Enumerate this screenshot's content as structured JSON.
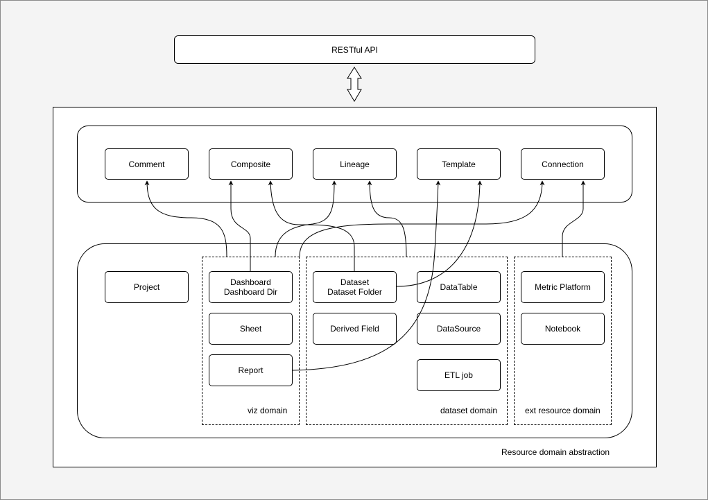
{
  "api": {
    "label": "RESTful API"
  },
  "frame": {
    "label": "Resource domain abstraction"
  },
  "capabilities": [
    {
      "id": "comment",
      "label": "Comment"
    },
    {
      "id": "composite",
      "label": "Composite"
    },
    {
      "id": "lineage",
      "label": "Lineage"
    },
    {
      "id": "template",
      "label": "Template"
    },
    {
      "id": "connection",
      "label": "Connection"
    }
  ],
  "project": {
    "label": "Project"
  },
  "viz_domain": {
    "label": "viz domain",
    "items": [
      {
        "id": "dashboard",
        "lines": [
          "Dashboard",
          "Dashboard Dir"
        ]
      },
      {
        "id": "sheet",
        "lines": [
          "Sheet"
        ]
      },
      {
        "id": "report",
        "lines": [
          "Report"
        ]
      }
    ]
  },
  "dataset_domain": {
    "label": "dataset domain",
    "items": [
      {
        "id": "dataset",
        "lines": [
          "Dataset",
          "Dataset Folder"
        ]
      },
      {
        "id": "derived_field",
        "lines": [
          "Derived Field"
        ]
      },
      {
        "id": "datatable",
        "lines": [
          "DataTable"
        ]
      },
      {
        "id": "datasource",
        "lines": [
          "DataSource"
        ]
      },
      {
        "id": "etl_job",
        "lines": [
          "ETL job"
        ]
      }
    ]
  },
  "ext_domain": {
    "label": "ext resource domain",
    "items": [
      {
        "id": "metric_platform",
        "lines": [
          "Metric Platform"
        ]
      },
      {
        "id": "notebook",
        "lines": [
          "Notebook"
        ]
      }
    ]
  }
}
